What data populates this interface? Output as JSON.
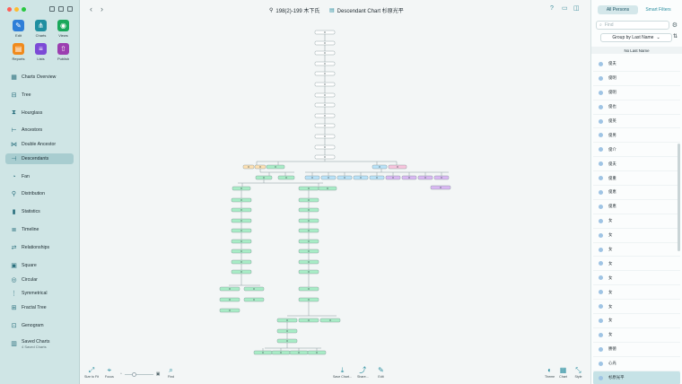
{
  "window": {
    "traffic_colors": [
      "#ff5f57",
      "#febc2e",
      "#28c840"
    ]
  },
  "toolbar_tiles": [
    {
      "label": "Edit",
      "color": "#2e7fd8",
      "glyph": "✎",
      "icon": "pencil-icon"
    },
    {
      "label": "Charts",
      "color": "#1f8fa0",
      "glyph": "⋔",
      "icon": "charts-icon"
    },
    {
      "label": "Views",
      "color": "#19a85b",
      "glyph": "◉",
      "icon": "eye-icon"
    },
    {
      "label": "Reports",
      "color": "#f08a1c",
      "glyph": "▤",
      "icon": "reports-icon"
    },
    {
      "label": "Lists",
      "color": "#7c4bd6",
      "glyph": "≡",
      "icon": "lists-icon"
    },
    {
      "label": "Publish",
      "color": "#9b3fb0",
      "glyph": "⇧",
      "icon": "publish-icon"
    }
  ],
  "nav": [
    {
      "label": "Charts Overview",
      "glyph": "▦",
      "icon": "charts-overview-icon"
    },
    {
      "label": "Tree",
      "glyph": "⊟",
      "icon": "tree-icon"
    },
    {
      "label": "Hourglass",
      "glyph": "⧗",
      "icon": "hourglass-icon"
    },
    {
      "label": "Ancestors",
      "glyph": "⊢",
      "icon": "ancestors-icon"
    },
    {
      "label": "Double Ancestor",
      "glyph": "⋈",
      "icon": "double-ancestor-icon"
    },
    {
      "label": "Descendants",
      "glyph": "⊣",
      "icon": "descendants-icon",
      "active": true
    },
    {
      "label": "Fan",
      "glyph": "◔",
      "icon": "fan-icon"
    },
    {
      "label": "Distribution",
      "glyph": "⚲",
      "icon": "distribution-icon"
    },
    {
      "label": "Statistics",
      "glyph": "▮",
      "icon": "statistics-icon"
    },
    {
      "label": "Timeline",
      "glyph": "≣",
      "icon": "timeline-icon"
    },
    {
      "label": "Relationships",
      "glyph": "⇄",
      "icon": "relationships-icon"
    },
    {
      "label": "Square",
      "glyph": "▣",
      "icon": "square-icon"
    },
    {
      "label": "Circular",
      "glyph": "◎",
      "icon": "circular-icon"
    },
    {
      "label": "Symmetrical",
      "glyph": "⋮",
      "icon": "symmetrical-icon"
    },
    {
      "label": "Fractal Tree",
      "glyph": "⊞",
      "icon": "fractal-tree-icon"
    },
    {
      "label": "Genogram",
      "glyph": "⊡",
      "icon": "genogram-icon"
    },
    {
      "label": "Saved Charts",
      "sub": "4 Saved Charts",
      "glyph": "▥",
      "icon": "saved-charts-icon"
    }
  ],
  "header": {
    "person": "198(2)-199 木下氏",
    "chart_title": "Descendant Chart 杉原光平"
  },
  "bottom_tools": [
    {
      "label": "Size to Fit",
      "icon": "size-to-fit-icon",
      "glyph": "⤢"
    },
    {
      "label": "Focus",
      "icon": "focus-icon",
      "glyph": "⌖"
    },
    {
      "label": "Find",
      "icon": "find-icon",
      "glyph": "⌕"
    },
    {
      "label": "Save Chart...",
      "icon": "save-chart-icon",
      "glyph": "⤓"
    },
    {
      "label": "Share...",
      "icon": "share-icon",
      "glyph": "⤴"
    },
    {
      "label": "Edit",
      "icon": "edit-chart-icon",
      "glyph": "✎"
    },
    {
      "label": "Theme",
      "icon": "theme-icon",
      "glyph": "◐"
    },
    {
      "label": "Chart",
      "icon": "chart-settings-icon",
      "glyph": "▦"
    },
    {
      "label": "Style",
      "icon": "style-icon",
      "glyph": "⤡"
    }
  ],
  "right_panel": {
    "tab_all": "All Persons",
    "tab_smart": "Smart Filters",
    "find_placeholder": "Find",
    "group_by": "Group by Last Name",
    "section": "No Last Name",
    "persons": [
      "俊夫",
      "俊明",
      "俊明",
      "俊也",
      "俊英",
      "俊男",
      "俊介",
      "俊夫",
      "俊重",
      "俊恵",
      "俊恵",
      "女",
      "女",
      "女",
      "女",
      "女",
      "女",
      "女",
      "女",
      "女",
      "勝徳",
      "心光",
      "杉原光平"
    ],
    "selected": "杉原光平"
  },
  "colors": {
    "node_white": "#ffffff",
    "node_green": "#a8ecc6",
    "node_blue": "#b9e2f8",
    "node_purple": "#d9b8f2",
    "node_orange": "#fde0b2",
    "node_pink": "#f7c4dc",
    "line": "#8a9a9e"
  }
}
